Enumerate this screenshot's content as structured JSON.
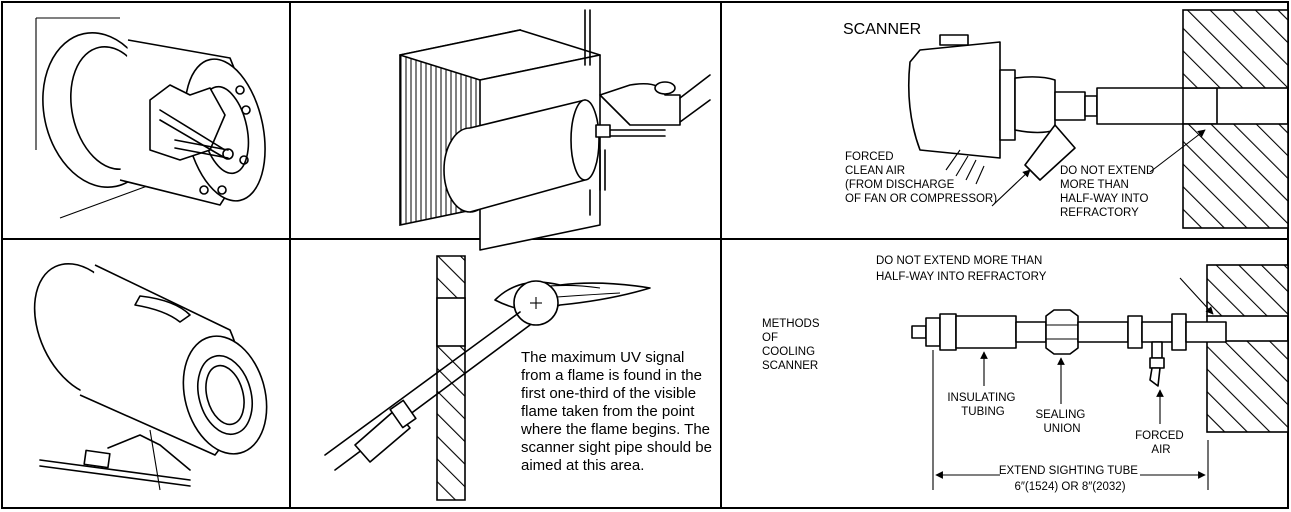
{
  "panels": {
    "top_right": {
      "scanner_label": "SCANNER",
      "forced_air_lines": [
        "FORCED",
        "CLEAN AIR",
        "(FROM DISCHARGE",
        "OF FAN OR COMPRESSOR)"
      ],
      "extend_lines": [
        "DO NOT EXTEND",
        "MORE THAN",
        "HALF-WAY INTO",
        "REFRACTORY"
      ]
    },
    "bottom_middle": {
      "paragraph_lines": [
        "The maximum UV signal",
        "from a flame is found in the",
        "first one-third of the visible",
        "flame taken from the point",
        "where the flame begins. The",
        "scanner sight pipe should be",
        "aimed at this area."
      ]
    },
    "bottom_right": {
      "top_note_lines": [
        "DO NOT EXTEND MORE THAN",
        "HALF-WAY INTO REFRACTORY"
      ],
      "methods_lines": [
        "METHODS",
        "OF",
        "COOLING",
        "SCANNER"
      ],
      "insulating_lines": [
        "INSULATING",
        "TUBING"
      ],
      "sealing_lines": [
        "SEALING",
        "UNION"
      ],
      "forced_lines": [
        "FORCED",
        "AIR"
      ],
      "sight_tube_lines": [
        "EXTEND SIGHTING TUBE",
        "6″(1524) OR 8″(2032)"
      ]
    }
  }
}
